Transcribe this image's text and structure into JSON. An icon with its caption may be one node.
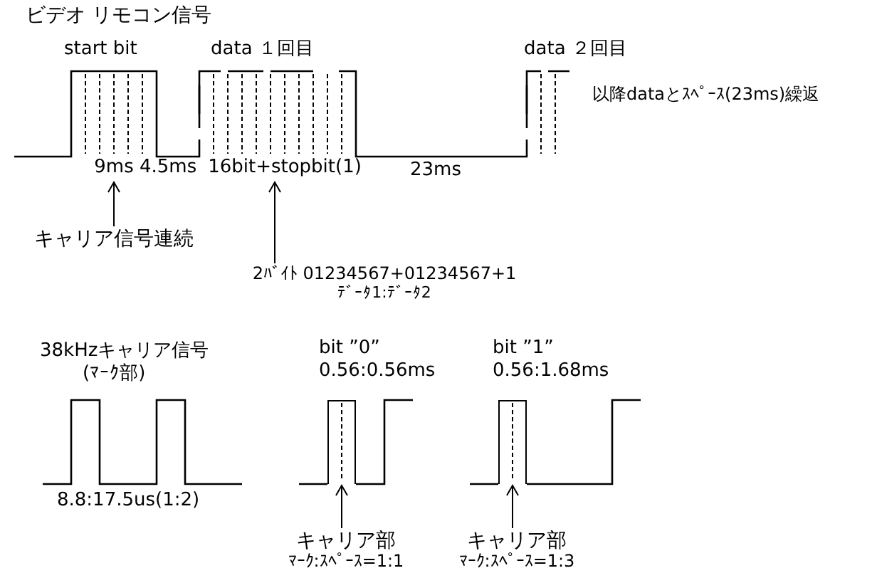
{
  "diagram": {
    "title": "ビデオ リモコン信号",
    "nodes": [
      {
        "text": [
          "9ms"
        ]
      },
      {
        "text": [
          "16bit+stopbit(1)"
        ]
      },
      {
        "text": [
          "キャリア信号連続"
        ]
      },
      {
        "text": [
          "2ﾊﾞｲﾄ 01234567+01234567+1",
          "ﾃﾞｰﾀ1:ﾃﾞｰﾀ2"
        ]
      },
      {
        "text": [],
        "shape": "bar"
      },
      {
        "text": [],
        "shape": "bar"
      },
      {
        "text": [
          "キャリア部",
          "ﾏｰｸ:ｽﾍﾟｰｽ=1:1"
        ]
      },
      {
        "text": [
          "キャリア部",
          "ﾏｰｸ:ｽﾍﾟｰｽ=1:3"
        ]
      }
    ],
    "edges": [
      {
        "from": 2,
        "to": 0,
        "arrow": "to"
      },
      {
        "from": 3,
        "to": 1,
        "arrow": "to"
      },
      {
        "from": 6,
        "to": 4,
        "arrow": "to"
      },
      {
        "from": 7,
        "to": 5,
        "arrow": "to"
      }
    ],
    "labels": [
      "start bit",
      "data １回目",
      "data ２回目",
      "以降dataとｽﾍﾟｰｽ(23ms)繰返",
      "4.5ms",
      "23ms",
      "38kHzキャリア信号",
      "(ﾏｰｸ部)",
      "8.8:17.5us(1:2)",
      "bit ”0”",
      "0.56:0.56ms",
      "bit ”1”",
      "0.56:1.68ms"
    ]
  }
}
